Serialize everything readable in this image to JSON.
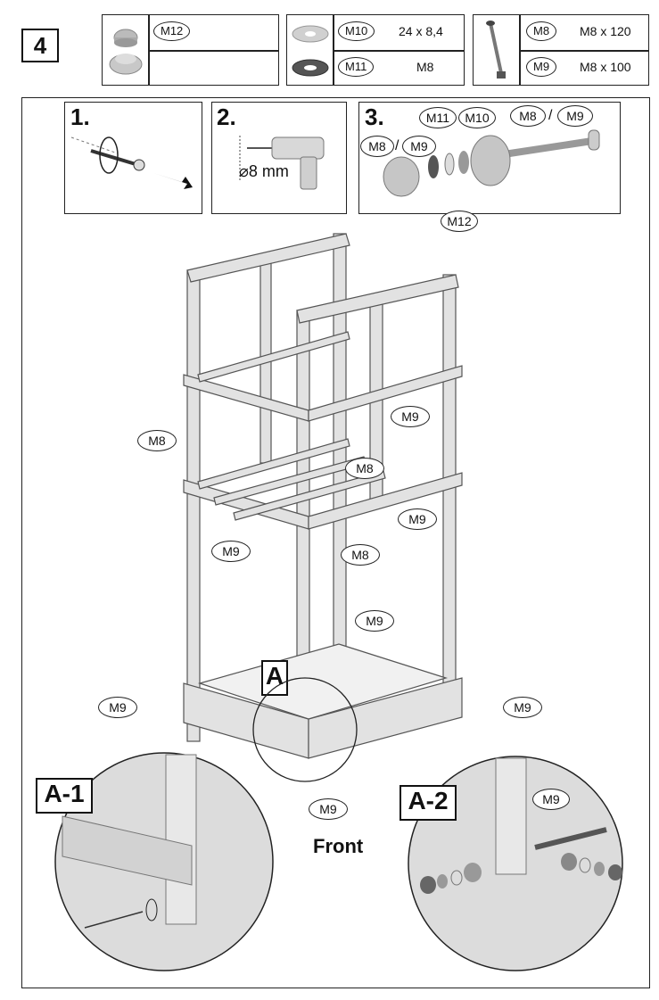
{
  "step": "4",
  "parts": {
    "m12": {
      "code": "M12"
    },
    "m10": {
      "code": "M10",
      "size": "24 x 8,4"
    },
    "m11": {
      "code": "M11",
      "size": "M8"
    },
    "m8": {
      "code": "M8",
      "size": "M8 x 120"
    },
    "m9": {
      "code": "M9",
      "size": "M8 x 100"
    }
  },
  "panel1": {
    "num": "1."
  },
  "panel2": {
    "num": "2.",
    "drill": "⌀8 mm"
  },
  "panel3": {
    "num": "3.",
    "labels": [
      "M11",
      "M10",
      "M8",
      "M9",
      "M8",
      "M9",
      "M12"
    ],
    "slash": "/"
  },
  "labels": {
    "M8": "M8",
    "M9": "M9",
    "A": "A",
    "A1": "A-1",
    "A2": "A-2",
    "front": "Front"
  }
}
